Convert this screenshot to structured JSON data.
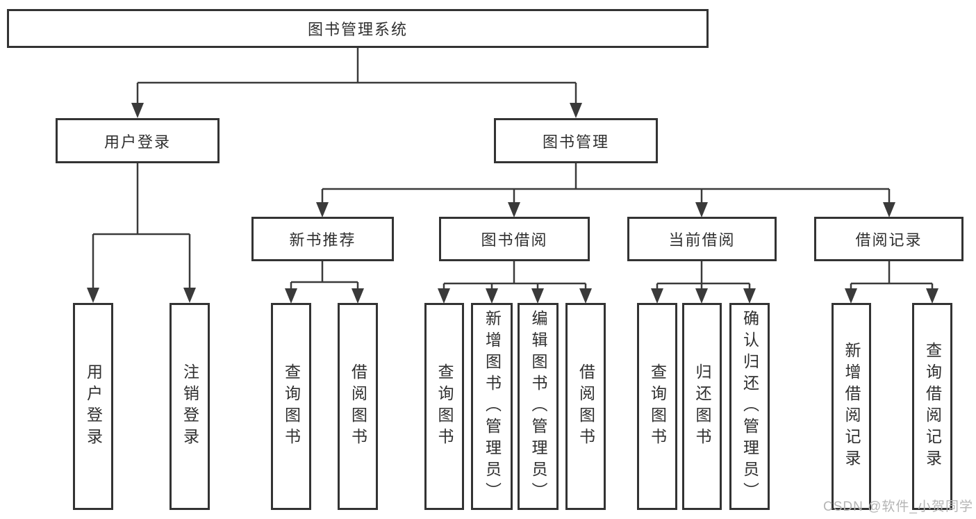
{
  "hierarchy": {
    "label": "图书管理系统",
    "children": [
      {
        "label": "用户登录",
        "children": [
          {
            "label": "用户登录"
          },
          {
            "label": "注销登录"
          }
        ]
      },
      {
        "label": "图书管理",
        "children": [
          {
            "label": "新书推荐",
            "children": [
              {
                "label": "查询图书"
              },
              {
                "label": "借阅图书"
              }
            ]
          },
          {
            "label": "图书借阅",
            "children": [
              {
                "label": "查询图书"
              },
              {
                "label": "新增图书（管理员）"
              },
              {
                "label": "编辑图书（管理员）"
              },
              {
                "label": "借阅图书"
              }
            ]
          },
          {
            "label": "当前借阅",
            "children": [
              {
                "label": "查询图书"
              },
              {
                "label": "归还图书"
              },
              {
                "label": "确认归还（管理员）"
              }
            ]
          },
          {
            "label": "借阅记录",
            "children": [
              {
                "label": "新增借阅记录"
              },
              {
                "label": "查询借阅记录"
              }
            ]
          }
        ]
      }
    ]
  },
  "watermark": {
    "text": "CSDN @软件_小贺同学"
  },
  "colors": {
    "line": "#3a3a3a",
    "box_border": "#333333",
    "text": "#2f2f2f",
    "watermark": "#b5b5b5",
    "background": "#ffffff"
  }
}
